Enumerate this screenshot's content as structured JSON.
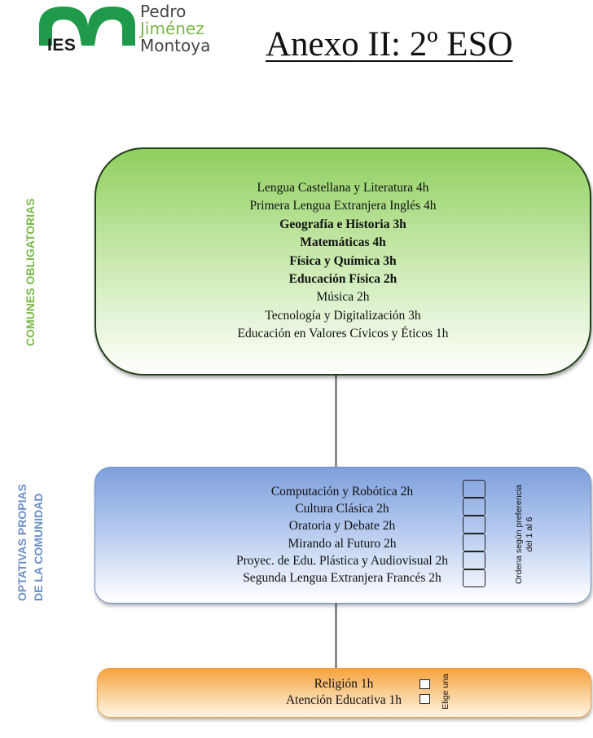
{
  "logo": {
    "abbr": "IES",
    "name_line1": "Pedro",
    "name_line2": "Jiménez",
    "name_line3": "Montoya"
  },
  "title": "Anexo II: 2º ESO",
  "sections": {
    "common": {
      "label": "COMUNES OBLIGATORIAS",
      "subjects": [
        "Lengua Castellana y Literatura 4h",
        "Primera Lengua Extranjera Inglés 4h",
        "Geografía e Historia 3h",
        "Matemáticas 4h",
        "Física y Química 3h",
        "Educación Física 2h",
        "Música 2h",
        "Tecnología y Digitalización 3h",
        "Educación en Valores Cívicos y Éticos 1h"
      ]
    },
    "optional": {
      "label_line1": "OPTATIVAS PROPIAS",
      "label_line2": "DE LA COMUNIDAD",
      "subjects": [
        "Computación y Robótica 2h",
        "Cultura Clásica 2h",
        "Oratoria y Debate 2h",
        "Mirando al Futuro 2h",
        "Proyec. de Edu. Plástica y Audiovisual 2h",
        "Segunda Lengua Extranjera Francés 2h"
      ],
      "note_line1": "Ordena según preferencia",
      "note_line2": "del 1 al 6"
    },
    "religion": {
      "subjects": [
        "Religión 1h",
        "Atención Educativa 1h"
      ],
      "note": "Elige una"
    }
  },
  "colors": {
    "green_accent": "#7ab648",
    "blue_accent": "#6d8fc7",
    "orange_accent": "#f6a23e"
  }
}
